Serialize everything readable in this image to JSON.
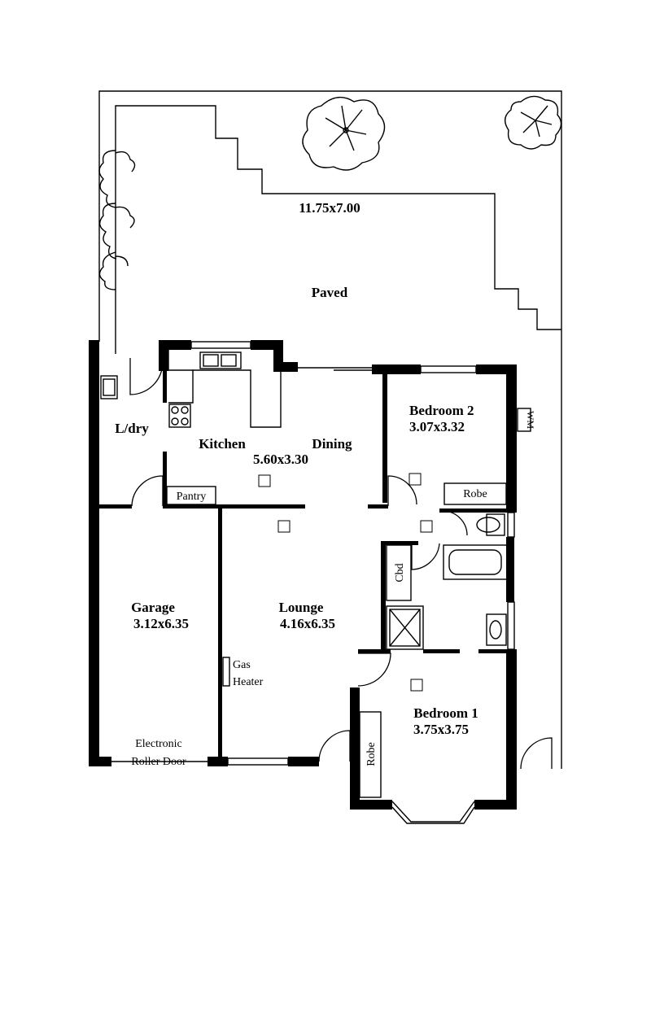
{
  "rooms": {
    "yard": {
      "size": "11.75x7.00",
      "surface": "Paved"
    },
    "laundry": {
      "name": "L/dry"
    },
    "kitchen": {
      "name": "Kitchen",
      "size": "5.60x3.30"
    },
    "dining": {
      "name": "Dining"
    },
    "pantry": {
      "name": "Pantry"
    },
    "bedroom2": {
      "name": "Bedroom 2",
      "size": "3.07x3.32",
      "robe": "Robe"
    },
    "wm": {
      "label": "WM"
    },
    "cupboard": {
      "label": "Cbd"
    },
    "garage": {
      "name": "Garage",
      "size": "3.12x6.35",
      "door_line1": "Electronic",
      "door_line2": "Roller Door"
    },
    "lounge": {
      "name": "Lounge",
      "size": "4.16x6.35",
      "heater_line1": "Gas",
      "heater_line2": "Heater"
    },
    "bedroom1": {
      "name": "Bedroom 1",
      "size": "3.75x3.75",
      "robe": "Robe"
    }
  }
}
